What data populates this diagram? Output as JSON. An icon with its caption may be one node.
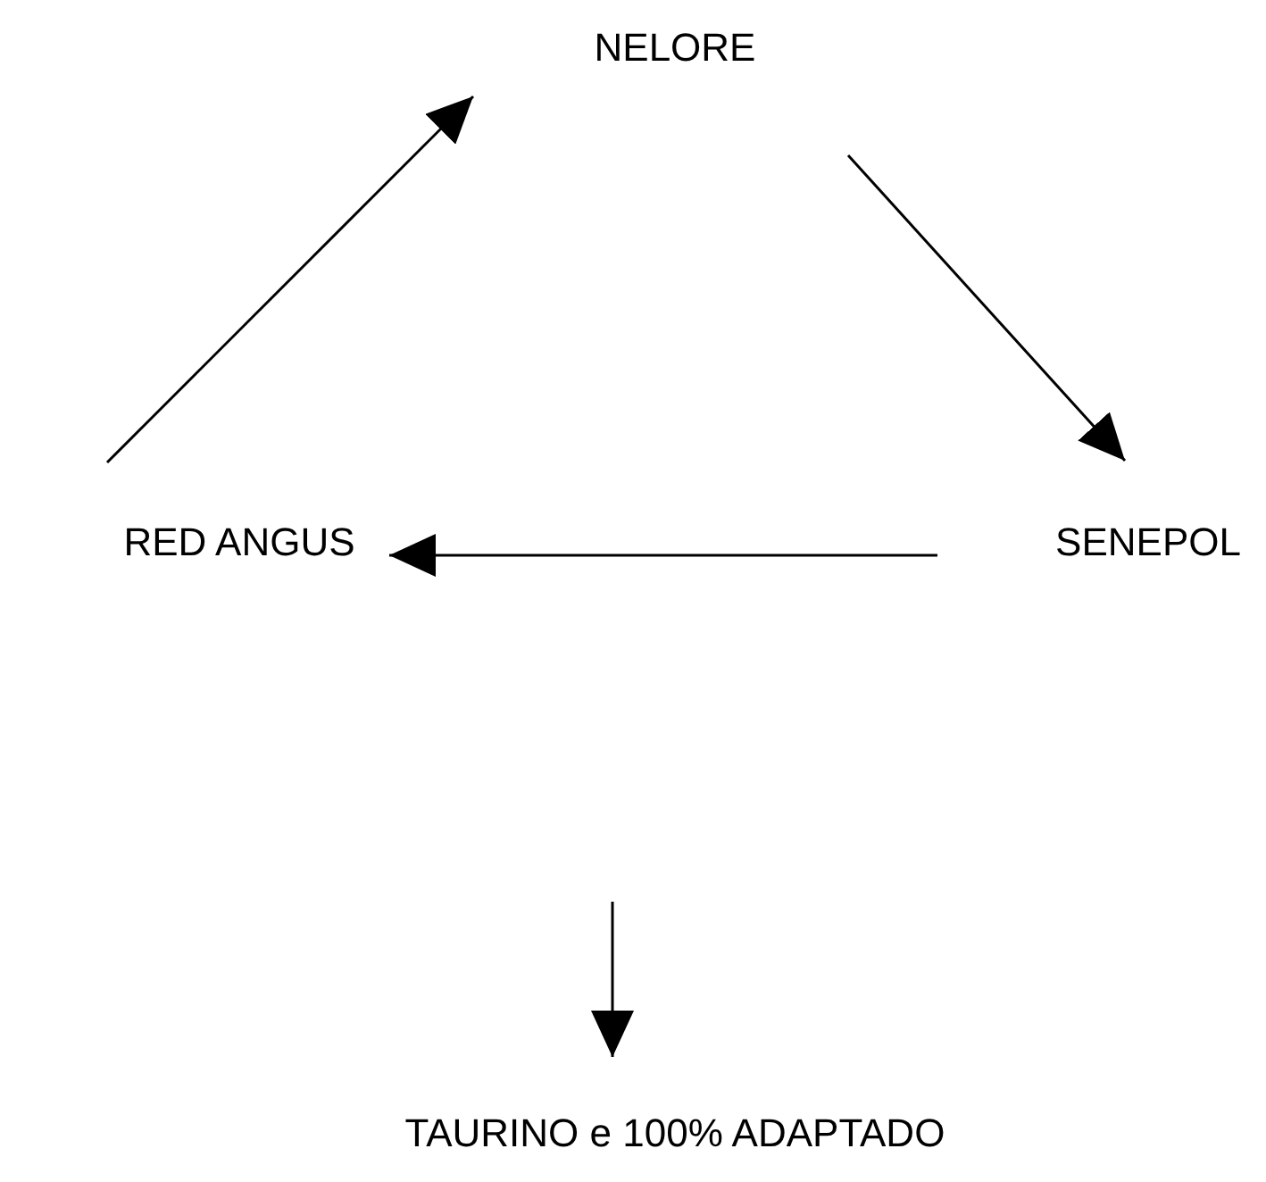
{
  "diagram": {
    "nodes": [
      {
        "text": [
          "NELORE"
        ]
      },
      {
        "text": [
          "SENEPOL"
        ]
      },
      {
        "text": [
          "RED ANGUS"
        ]
      },
      {
        "text": [
          "TAURINO e 100% ADAPTADO"
        ]
      }
    ],
    "edges": [
      {
        "from": 0,
        "to": 1,
        "arrow": "to"
      },
      {
        "from": 1,
        "to": 2,
        "arrow": "to"
      },
      {
        "from": 2,
        "to": 0,
        "arrow": "to"
      },
      {
        "from": null,
        "to": 3,
        "arrow": "to"
      }
    ]
  }
}
